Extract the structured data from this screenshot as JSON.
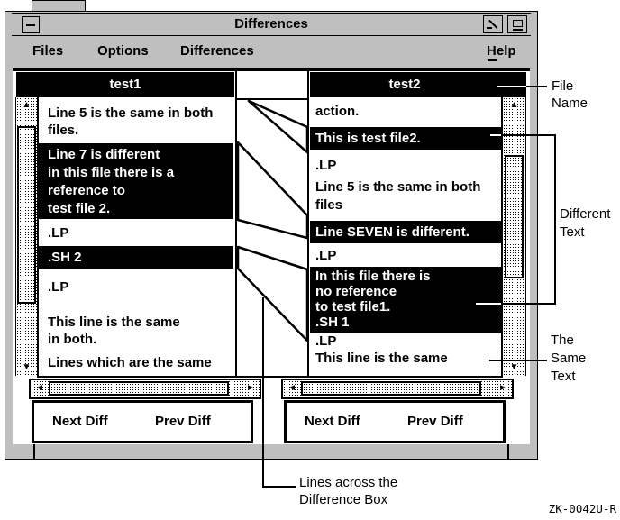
{
  "window": {
    "title": "Differences",
    "menu": [
      {
        "label": "Files"
      },
      {
        "label": "Options"
      },
      {
        "label": "Differences"
      },
      {
        "label": "Help"
      }
    ]
  },
  "icons": {
    "scroll_up": "▲",
    "scroll_down": "▼",
    "scroll_left": "◄",
    "scroll_right": "►"
  },
  "panes": {
    "left": {
      "file_name": "test1",
      "blocks": [
        {
          "type": "same",
          "lines": [
            "Line 5 is the same in both",
            "files."
          ]
        },
        {
          "type": "different",
          "lines": [
            "Line 7 is different",
            "in this file there is a",
            "reference to",
            "test file 2."
          ]
        },
        {
          "type": "same",
          "lines": [
            ".LP"
          ]
        },
        {
          "type": "different",
          "lines": [
            ".SH 2"
          ]
        },
        {
          "type": "same",
          "lines": [
            ".LP"
          ]
        },
        {
          "type": "same",
          "lines": [
            "This line is the same",
            "in both."
          ]
        },
        {
          "type": "same",
          "lines": [
            "Lines which are the same"
          ]
        }
      ],
      "next_button": "Next Diff",
      "prev_button": "Prev Diff"
    },
    "right": {
      "file_name": "test2",
      "blocks": [
        {
          "type": "same",
          "lines": [
            "action."
          ]
        },
        {
          "type": "different",
          "lines": [
            "This is test file2."
          ]
        },
        {
          "type": "same",
          "lines": [
            ".LP"
          ]
        },
        {
          "type": "same",
          "lines": [
            "Line 5 is the same in both",
            "files"
          ]
        },
        {
          "type": "different",
          "lines": [
            "Line SEVEN is different."
          ]
        },
        {
          "type": "same",
          "lines": [
            ".LP"
          ]
        },
        {
          "type": "different",
          "lines": [
            "In this file there is",
            "no reference",
            "to test file1.",
            ".SH 1"
          ]
        },
        {
          "type": "same",
          "lines": [
            ".LP"
          ]
        },
        {
          "type": "same",
          "lines": [
            "This line is the same"
          ]
        }
      ],
      "next_button": "Next Diff",
      "prev_button": "Prev Diff"
    }
  },
  "annotations": {
    "file_name": {
      "lines": [
        "File",
        "Name"
      ]
    },
    "different_text": {
      "lines": [
        "Different",
        "Text"
      ]
    },
    "same_text": {
      "lines": [
        "The",
        "Same",
        "Text"
      ]
    },
    "lines_across": {
      "lines": [
        "Lines across the",
        "Difference Box"
      ]
    },
    "figure_code": "ZK-0042U-R"
  },
  "colors": {
    "ink": "#000000",
    "pane_bg": "#ffffff",
    "highlight_bg": "#000000",
    "highlight_text": "#ffffff"
  }
}
